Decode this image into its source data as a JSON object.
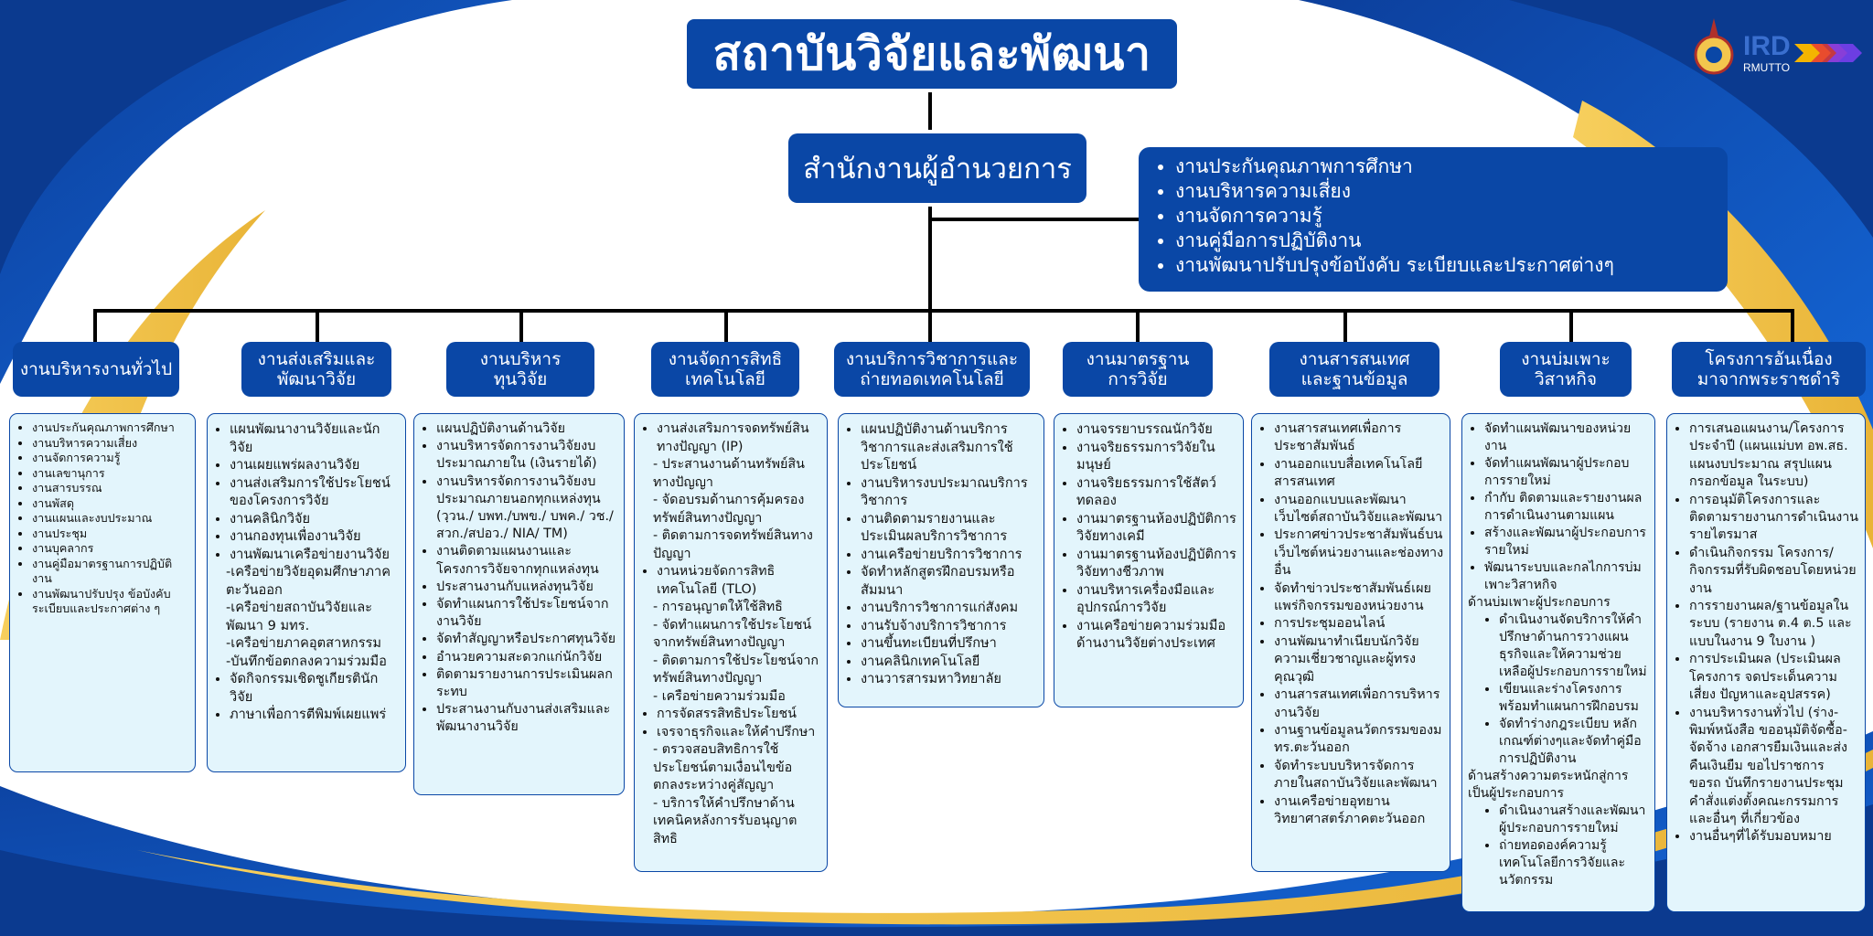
{
  "title": "สถาบันวิจัยและพัฒนา",
  "director": "สำนักงานผู้อำนวยการ",
  "logo": {
    "text": "IRD",
    "sub": "RMUTTO"
  },
  "staff_units": [
    "งานประกันคุณภาพการศึกษา",
    "งานบริหารความเสี่ยง",
    "งานจัดการความรู้",
    "งานคู่มือการปฏิบัติงาน",
    "งานพัฒนาปรับปรุงข้อบังคับ ระเบียบและประกาศต่างๆ"
  ],
  "departments": [
    {
      "title": "งานบริหารงานทั่วไป",
      "items": [
        {
          "t": "งานประกันคุณภาพการศึกษา",
          "k": "b"
        },
        {
          "t": "งานบริหารความเสี่ยง",
          "k": "b"
        },
        {
          "t": "งานจัดการความรู้",
          "k": "b"
        },
        {
          "t": "งานเลขานุการ",
          "k": "b"
        },
        {
          "t": "งานสารบรรณ",
          "k": "b"
        },
        {
          "t": "งานพัสดุ",
          "k": "b"
        },
        {
          "t": "งานแผนและงบประมาณ",
          "k": "b"
        },
        {
          "t": "งานประชุม",
          "k": "b"
        },
        {
          "t": "งานบุคลากร",
          "k": "b"
        },
        {
          "t": "งานคู่มือมาตรฐานการปฏิบัติงาน",
          "k": "b"
        },
        {
          "t": "งานพัฒนาปรับปรุง ข้อบังคับระเบียบและประกาศต่าง ๆ",
          "k": "b"
        }
      ]
    },
    {
      "title": "งานส่งเสริมและ\nพัฒนาวิจัย",
      "items": [
        {
          "t": "แผนพัฒนางานวิจัยและนักวิจัย",
          "k": "b"
        },
        {
          "t": "งานเผยแพร่ผลงานวิจัย",
          "k": "b"
        },
        {
          "t": "งานส่งเสริมการใช้ประโยชน์ของโครงการวิจัย",
          "k": "b"
        },
        {
          "t": "งานคลินิกวิจัย",
          "k": "b"
        },
        {
          "t": "งานกองทุนเพื่องานวิจัย",
          "k": "b"
        },
        {
          "t": "งานพัฒนาเครือข่ายงานวิจัย",
          "k": "b"
        },
        {
          "t": "-เครือข่ายวิจัยอุดมศึกษาภาคตะวันออก",
          "k": "s"
        },
        {
          "t": "-เครือข่ายสถาบันวิจัยและพัฒนา 9 มทร.",
          "k": "s"
        },
        {
          "t": "-เครือข่ายภาคอุตสาหกรรม",
          "k": "s"
        },
        {
          "t": "-บันทึกข้อตกลงความร่วมมือ",
          "k": "s"
        },
        {
          "t": "จัดกิจกรรมเชิดชูเกียรตินักวิจัย",
          "k": "b"
        },
        {
          "t": "ภาษาเพื่อการตีพิมพ์เผยแพร่",
          "k": "b"
        }
      ]
    },
    {
      "title": "งานบริหาร\nทุนวิจัย",
      "items": [
        {
          "t": "แผนปฏิบัติงานด้านวิจัย",
          "k": "b"
        },
        {
          "t": "งานบริหารจัดการงานวิจัยงบประมาณภายใน (เงินรายได้)",
          "k": "b"
        },
        {
          "t": "งานบริหารจัดการงานวิจัยงบประมาณภายนอกทุกแหล่งทุน (วฺวน./ บพท./บพข./ บพค./ วช./ สวก./สปอว./ NIA/ TM)",
          "k": "b"
        },
        {
          "t": "งานติดตามแผนงานและโครงการวิจัยจากทุกแหล่งทุน",
          "k": "b"
        },
        {
          "t": "ประสานงานกับแหล่งทุนวิจัย",
          "k": "b"
        },
        {
          "t": "จัดทำแผนการใช้ประโยชน์จากงานวิจัย",
          "k": "b"
        },
        {
          "t": "จัดทำสัญญาหรือประกาศทุนวิจัย",
          "k": "b"
        },
        {
          "t": "อำนวยความสะดวกแก่นักวิจัย",
          "k": "b"
        },
        {
          "t": "ติดตามรายงานการประเมินผลกระทบ",
          "k": "b"
        },
        {
          "t": "ประสานงานกับงานส่งเสริมและพัฒนางานวิจัย",
          "k": "b"
        }
      ]
    },
    {
      "title": "งานจัดการสิทธิ\nเทคโนโลยี",
      "items": [
        {
          "t": "งานส่งเสริมการจดทรัพย์สินทางปัญญา (IP)",
          "k": "b"
        },
        {
          "t": "- ประสานงานด้านทรัพย์สินทางปัญญา",
          "k": "s"
        },
        {
          "t": "- จัดอบรมด้านการคุ้มครองทรัพย์สินทางปัญญา",
          "k": "s"
        },
        {
          "t": "- ติดตามการจดทรัพย์สินทางปัญญา",
          "k": "s"
        },
        {
          "t": "งานหน่วยจัดการสิทธิเทคโนโลยี (TLO)",
          "k": "b"
        },
        {
          "t": "- การอนุญาตให้ใช้สิทธิ",
          "k": "s"
        },
        {
          "t": "- จัดทำแผนการใช้ประโยชน์จากทรัพย์สินทางปัญญา",
          "k": "s"
        },
        {
          "t": "- ติดตามการใช้ประโยชน์จากทรัพย์สินทางปัญญา",
          "k": "s"
        },
        {
          "t": "- เครือข่ายความร่วมมือ",
          "k": "s"
        },
        {
          "t": "การจัดสรรสิทธิประโยชน์",
          "k": "b"
        },
        {
          "t": "เจรจาธุรกิจและให้คำปรึกษา",
          "k": "b"
        },
        {
          "t": "- ตรวจสอบสิทธิการใช้ประโยชน์ตามเงื่อนไขข้อตกลงระหว่างคู่สัญญา",
          "k": "s"
        },
        {
          "t": "- บริการให้คำปรึกษาด้านเทคนิคหลังการรับอนุญาตสิทธิ",
          "k": "s"
        }
      ]
    },
    {
      "title": "งานบริการวิชาการและ\nถ่ายทอดเทคโนโลยี",
      "items": [
        {
          "t": "แผนปฏิบัติงานด้านบริการวิชาการและส่งเสริมการใช้ประโยชน์",
          "k": "b"
        },
        {
          "t": "งานบริหารงบประมาณบริการวิชาการ",
          "k": "b"
        },
        {
          "t": "งานติดตามรายงานและประเมินผลบริการวิชาการ",
          "k": "b"
        },
        {
          "t": "งานเครือข่ายบริการวิชาการ",
          "k": "b"
        },
        {
          "t": "จัดทำหลักสูตรฝึกอบรมหรือสัมมนา",
          "k": "b"
        },
        {
          "t": "งานบริการวิชาการแก่สังคม",
          "k": "b"
        },
        {
          "t": "งานรับจ้างบริการวิชาการ",
          "k": "b"
        },
        {
          "t": "งานขึ้นทะเบียนที่ปรึกษา",
          "k": "b"
        },
        {
          "t": "งานคลินิกเทคโนโลยี",
          "k": "b"
        },
        {
          "t": "งานวารสารมหาวิทยาลัย",
          "k": "b"
        }
      ]
    },
    {
      "title": "งานมาตรฐาน\nการวิจัย",
      "items": [
        {
          "t": "งานจรรยาบรรณนักวิจัย",
          "k": "b"
        },
        {
          "t": "งานจริยธรรมการวิจัยในมนุษย์",
          "k": "b"
        },
        {
          "t": "งานจริยธรรมการใช้สัตว์ทดลอง",
          "k": "b"
        },
        {
          "t": "งานมาตรฐานห้องปฏิบัติการวิจัยทางเคมี",
          "k": "b"
        },
        {
          "t": "งานมาตรฐานห้องปฏิบัติการวิจัยทางชีวภาพ",
          "k": "b"
        },
        {
          "t": "งานบริหารเครื่องมือและอุปกรณ์การวิจัย",
          "k": "b"
        },
        {
          "t": "งานเครือข่ายความร่วมมือด้านงานวิจัยต่างประเทศ",
          "k": "b"
        }
      ]
    },
    {
      "title": "งานสารสนเทศ\nและฐานข้อมูล",
      "items": [
        {
          "t": "งานสารสนเทศเพื่อการประชาสัมพันธ์",
          "k": "b"
        },
        {
          "t": "งานออกแบบสื่อเทคโนโลยีสารสนเทศ",
          "k": "b"
        },
        {
          "t": "งานออกแบบและพัฒนาเว็บไซต์สถาบันวิจัยและพัฒนา",
          "k": "b"
        },
        {
          "t": "ประกาศข่าวประชาสัมพันธ์บนเว็บไซต์หน่วยงานและช่องทางอื่น",
          "k": "b"
        },
        {
          "t": "จัดทำข่าวประชาสัมพันธ์เผยแพร่กิจกรรมของหน่วยงาน",
          "k": "b"
        },
        {
          "t": "การประชุมออนไลน์",
          "k": "b"
        },
        {
          "t": "งานพัฒนาทำเนียบนักวิจัย ความเชี่ยวชาญและผู้ทรงคุณวุฒิ",
          "k": "b"
        },
        {
          "t": "งานสารสนเทศเพื่อการบริหารงานวิจัย",
          "k": "b"
        },
        {
          "t": "งานฐานข้อมูลนวัตกรรมของมทร.ตะวันออก",
          "k": "b"
        },
        {
          "t": "จัดทำระบบบริหารจัดการภายในสถาบันวิจัยและพัฒนา",
          "k": "b"
        },
        {
          "t": "งานเครือข่ายอุทยานวิทยาศาสตร์ภาคตะวันออก",
          "k": "b"
        }
      ]
    },
    {
      "title": "งานบ่มเพาะ\nวิสาหกิจ",
      "items": [
        {
          "t": "จัดทำแผนพัฒนาของหน่วยงาน",
          "k": "b"
        },
        {
          "t": "จัดทำแผนพัฒนาผู้ประกอบการรายใหม่",
          "k": "b"
        },
        {
          "t": "กำกับ ติดตามและรายงานผลการดำเนินงานตามแผน",
          "k": "b"
        },
        {
          "t": "สร้างและพัฒนาผู้ประกอบการรายใหม่",
          "k": "b"
        },
        {
          "t": "พัฒนาระบบและกลไกการบ่มเพาะวิสาหกิจ",
          "k": "b"
        },
        {
          "t": "ด้านบ่มเพาะผู้ประกอบการ",
          "k": "h"
        },
        {
          "t": "ดำเนินงานจัดบริการให้คำปรึกษาด้านการวางแผนธุรกิจและให้ความช่วยเหลือผู้ประกอบการรายใหม่",
          "k": "i"
        },
        {
          "t": "เขียนและร่างโครงการพร้อมทำแผนการฝึกอบรม",
          "k": "i"
        },
        {
          "t": "จัดทำร่างกฎระเบียบ หลักเกณฑ์ต่างๆและจัดทำคู่มือการปฏิบัติงาน",
          "k": "i"
        },
        {
          "t": "ด้านสร้างความตระหนักสู่การเป็นผู้ประกอบการ",
          "k": "h"
        },
        {
          "t": "ดำเนินงานสร้างและพัฒนาผู้ประกอบการรายใหม่",
          "k": "i"
        },
        {
          "t": "ถ่ายทอดองค์ความรู้เทคโนโลยีการวิจัยและนวัตกรรม",
          "k": "i"
        }
      ]
    },
    {
      "title": "โครงการอันเนื่อง\nมาจากพระราชดำริ",
      "items": [
        {
          "t": "การเสนอแผนงาน/โครงการประจำปี (แผนแม่บท อพ.สธ. แผนงบประมาณ สรุปแผน กรอกข้อมูล ในระบบ)",
          "k": "b"
        },
        {
          "t": "การอนุมัติโครงการและติดตามรายงานการดำเนินงาน รายไตรมาส",
          "k": "b"
        },
        {
          "t": "ดำเนินกิจกรรม โครงการ/กิจกรรมที่รับผิดชอบโดยหน่วยงาน",
          "k": "b"
        },
        {
          "t": "การรายงานผล/ฐานข้อมูลในระบบ (รายงาน ต.4 ต.5 และแบบในงาน 9 ใบงาน )",
          "k": "b"
        },
        {
          "t": "การประเมินผล (ประเมินผลโครงการ จดประเด็นความเสี่ยง ปัญหาและอุปสรรค)",
          "k": "b"
        },
        {
          "t": "งานบริหารงานทั่วไป (ร่าง-พิมพ์หนังสือ ขออนุมัติจัดซื้อ-จัดจ้าง เอกสารยืมเงินและส่งคืนเงินยืม ขอไปราชการ ขอรถ บันทึกรายงานประชุม คำสั่งแต่งตั้งคณะกรรมการ และอื่นๆ ที่เกี่ยวข้อง",
          "k": "b"
        },
        {
          "t": "งานอื่นๆที่ได้รับมอบหมาย",
          "k": "b"
        }
      ]
    }
  ],
  "colors": {
    "primary": "#0a47a6",
    "card_bg": "#e3f5fc",
    "gold": "#f1c14a"
  }
}
